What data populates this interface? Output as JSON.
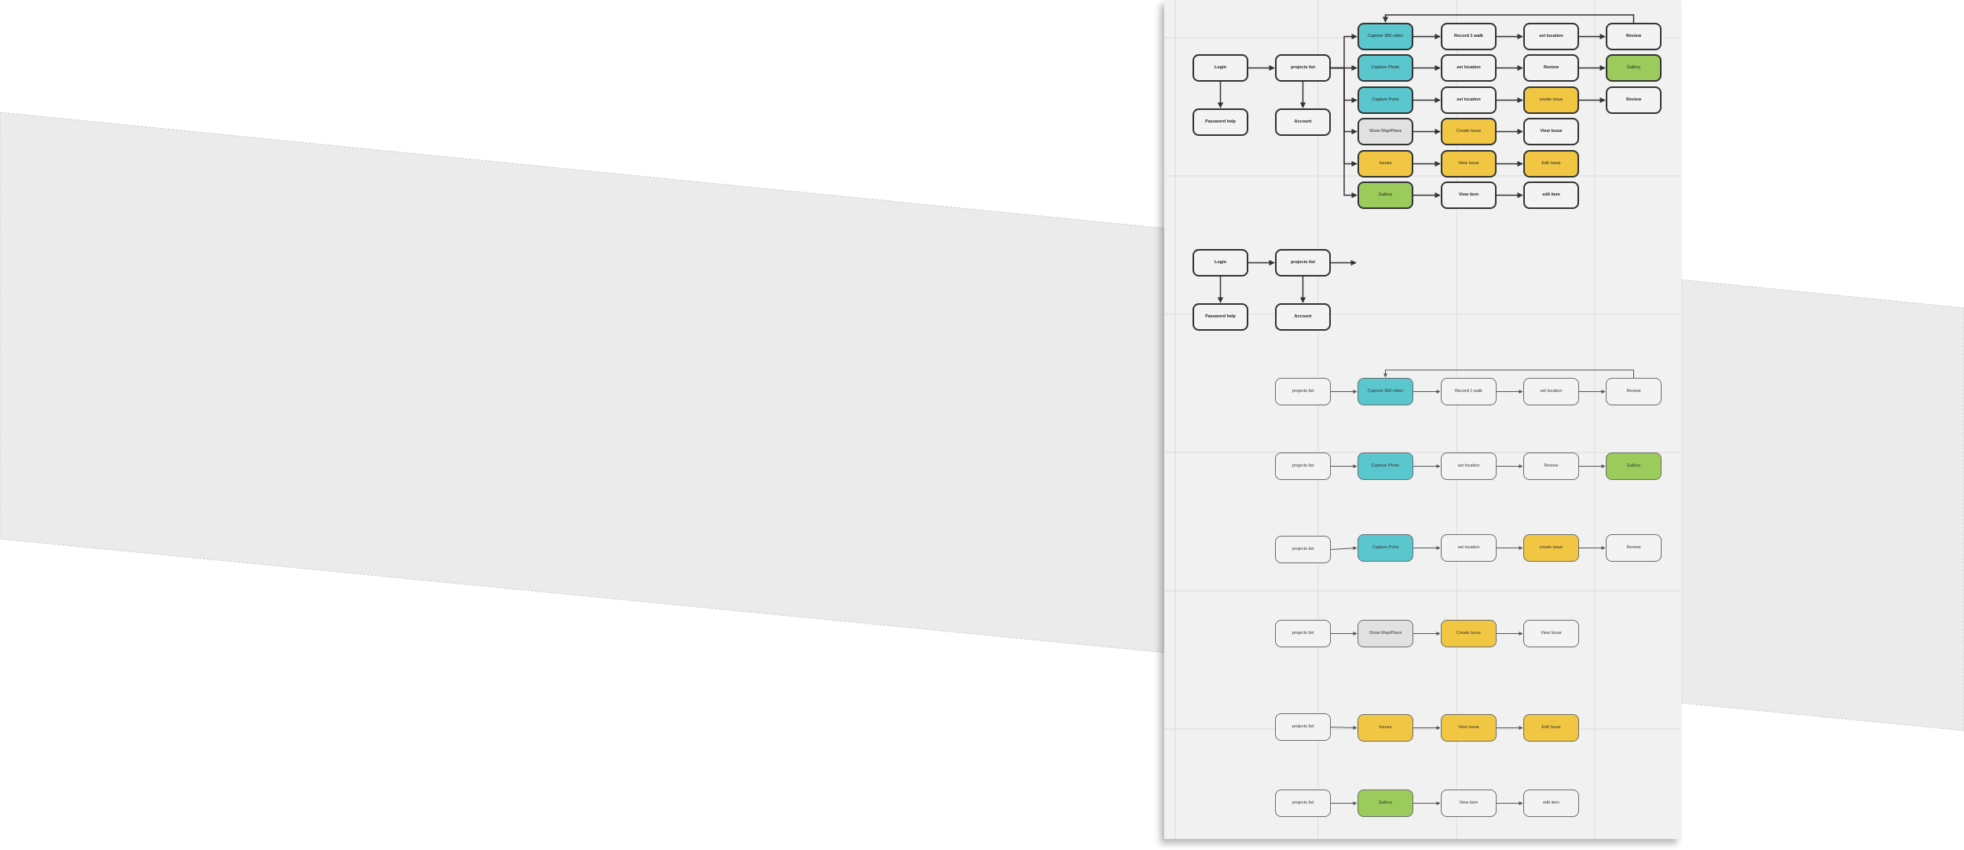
{
  "colors": {
    "teal": "#5ac6cd",
    "yellow": "#f1c643",
    "green": "#9bcb5b",
    "grey": "#e1e1e1",
    "white": "#f3f3f3",
    "board": "#f1f1f1"
  },
  "nodes": [
    {
      "id": "a_login",
      "label": "Login",
      "fill": "white"
    },
    {
      "id": "a_projects",
      "label": "projects list",
      "fill": "white"
    },
    {
      "id": "a_password",
      "label": "Password help",
      "fill": "white"
    },
    {
      "id": "a_account",
      "label": "Account",
      "fill": "white"
    },
    {
      "id": "a_capture_video",
      "label": "Capture 360 video",
      "fill": "teal"
    },
    {
      "id": "a_record_walk",
      "label": "Record 1 walk",
      "fill": "white"
    },
    {
      "id": "a_set_location_1",
      "label": "set location",
      "fill": "white"
    },
    {
      "id": "a_review_1",
      "label": "Review",
      "fill": "white"
    },
    {
      "id": "a_capture_photo",
      "label": "Capture Photo",
      "fill": "teal"
    },
    {
      "id": "a_set_location_2",
      "label": "set location",
      "fill": "white"
    },
    {
      "id": "a_review_2",
      "label": "Review",
      "fill": "white"
    },
    {
      "id": "a_gallery_1",
      "label": "Gallery",
      "fill": "green"
    },
    {
      "id": "a_capture_point",
      "label": "Capture Point",
      "fill": "teal"
    },
    {
      "id": "a_set_location_3",
      "label": "set location",
      "fill": "white"
    },
    {
      "id": "a_create_issue_1",
      "label": "create issue",
      "fill": "yellow"
    },
    {
      "id": "a_review_3",
      "label": "Review",
      "fill": "white"
    },
    {
      "id": "a_show_map",
      "label": "Show Map/Plans",
      "fill": "grey"
    },
    {
      "id": "a_create_issue_2",
      "label": "Create Issue",
      "fill": "yellow"
    },
    {
      "id": "a_view_issue_1",
      "label": "View Issue",
      "fill": "white"
    },
    {
      "id": "a_issues",
      "label": "Issues",
      "fill": "yellow"
    },
    {
      "id": "a_view_issue_2",
      "label": "View Issue",
      "fill": "yellow"
    },
    {
      "id": "a_edit_issue",
      "label": "Edit Issue",
      "fill": "yellow"
    },
    {
      "id": "a_gallery_2",
      "label": "Gallery",
      "fill": "green"
    },
    {
      "id": "a_view_item",
      "label": "View item",
      "fill": "white"
    },
    {
      "id": "a_edit_item",
      "label": "edit item",
      "fill": "white"
    },
    {
      "id": "b_login",
      "label": "Login",
      "fill": "white"
    },
    {
      "id": "b_projects",
      "label": "projects list",
      "fill": "white"
    },
    {
      "id": "b_password",
      "label": "Password help",
      "fill": "white"
    },
    {
      "id": "b_account",
      "label": "Account",
      "fill": "white"
    },
    {
      "id": "c1_projects",
      "label": "projects list",
      "fill": "white"
    },
    {
      "id": "c1_capture_video",
      "label": "Capture 360 video",
      "fill": "teal"
    },
    {
      "id": "c1_record_walk",
      "label": "Record 1 walk",
      "fill": "white"
    },
    {
      "id": "c1_set_location",
      "label": "set location",
      "fill": "white"
    },
    {
      "id": "c1_review",
      "label": "Review",
      "fill": "white"
    },
    {
      "id": "c2_projects",
      "label": "projects list",
      "fill": "white"
    },
    {
      "id": "c2_capture_photo",
      "label": "Capture Photo",
      "fill": "teal"
    },
    {
      "id": "c2_set_location",
      "label": "set location",
      "fill": "white"
    },
    {
      "id": "c2_review",
      "label": "Review",
      "fill": "white"
    },
    {
      "id": "c2_gallery",
      "label": "Gallery",
      "fill": "green"
    },
    {
      "id": "c3_projects",
      "label": "projects list",
      "fill": "white"
    },
    {
      "id": "c3_capture_point",
      "label": "Capture Point",
      "fill": "teal"
    },
    {
      "id": "c3_set_location",
      "label": "set location",
      "fill": "white"
    },
    {
      "id": "c3_create_issue",
      "label": "create issue",
      "fill": "yellow"
    },
    {
      "id": "c3_review",
      "label": "Review",
      "fill": "white"
    },
    {
      "id": "c4_projects",
      "label": "projects list",
      "fill": "white"
    },
    {
      "id": "c4_show_map",
      "label": "Show Map/Plans",
      "fill": "grey"
    },
    {
      "id": "c4_create_issue",
      "label": "Create Issue",
      "fill": "yellow"
    },
    {
      "id": "c4_view_issue",
      "label": "View Issue",
      "fill": "white"
    },
    {
      "id": "c5_projects",
      "label": "projects list",
      "fill": "white"
    },
    {
      "id": "c5_issues",
      "label": "Issues",
      "fill": "yellow"
    },
    {
      "id": "c5_view_issue",
      "label": "View Issue",
      "fill": "yellow"
    },
    {
      "id": "c5_edit_issue",
      "label": "Edit Issue",
      "fill": "yellow"
    },
    {
      "id": "c6_projects",
      "label": "projects list",
      "fill": "white"
    },
    {
      "id": "c6_gallery",
      "label": "Gallery",
      "fill": "green"
    },
    {
      "id": "c6_view_item",
      "label": "View item",
      "fill": "white"
    },
    {
      "id": "c6_edit_item",
      "label": "edit item",
      "fill": "white"
    }
  ],
  "edges": [
    [
      "a_login",
      "a_projects"
    ],
    [
      "a_login",
      "a_password"
    ],
    [
      "a_projects",
      "a_account"
    ],
    [
      "a_projects",
      "a_capture_video"
    ],
    [
      "a_projects",
      "a_capture_photo"
    ],
    [
      "a_projects",
      "a_capture_point"
    ],
    [
      "a_projects",
      "a_show_map"
    ],
    [
      "a_projects",
      "a_issues"
    ],
    [
      "a_projects",
      "a_gallery_2"
    ],
    [
      "a_capture_video",
      "a_record_walk"
    ],
    [
      "a_record_walk",
      "a_set_location_1"
    ],
    [
      "a_set_location_1",
      "a_review_1"
    ],
    [
      "a_review_1",
      "a_capture_video"
    ],
    [
      "a_capture_photo",
      "a_set_location_2"
    ],
    [
      "a_set_location_2",
      "a_review_2"
    ],
    [
      "a_review_2",
      "a_gallery_1"
    ],
    [
      "a_capture_point",
      "a_set_location_3"
    ],
    [
      "a_set_location_3",
      "a_create_issue_1"
    ],
    [
      "a_create_issue_1",
      "a_review_3"
    ],
    [
      "a_show_map",
      "a_create_issue_2"
    ],
    [
      "a_create_issue_2",
      "a_view_issue_1"
    ],
    [
      "a_issues",
      "a_view_issue_2"
    ],
    [
      "a_view_issue_2",
      "a_edit_issue"
    ],
    [
      "a_gallery_2",
      "a_view_item"
    ],
    [
      "a_view_item",
      "a_edit_item"
    ],
    [
      "b_login",
      "b_projects"
    ],
    [
      "b_login",
      "b_password"
    ],
    [
      "b_projects",
      "b_account"
    ],
    [
      "c1_projects",
      "c1_capture_video"
    ],
    [
      "c1_capture_video",
      "c1_record_walk"
    ],
    [
      "c1_record_walk",
      "c1_set_location"
    ],
    [
      "c1_set_location",
      "c1_review"
    ],
    [
      "c1_review",
      "c1_capture_video"
    ],
    [
      "c2_projects",
      "c2_capture_photo"
    ],
    [
      "c2_capture_photo",
      "c2_set_location"
    ],
    [
      "c2_set_location",
      "c2_review"
    ],
    [
      "c2_review",
      "c2_gallery"
    ],
    [
      "c3_projects",
      "c3_capture_point"
    ],
    [
      "c3_capture_point",
      "c3_set_location"
    ],
    [
      "c3_set_location",
      "c3_create_issue"
    ],
    [
      "c3_create_issue",
      "c3_review"
    ],
    [
      "c4_projects",
      "c4_show_map"
    ],
    [
      "c4_show_map",
      "c4_create_issue"
    ],
    [
      "c4_create_issue",
      "c4_view_issue"
    ],
    [
      "c5_projects",
      "c5_issues"
    ],
    [
      "c5_issues",
      "c5_view_issue"
    ],
    [
      "c5_view_issue",
      "c5_edit_issue"
    ],
    [
      "c6_projects",
      "c6_gallery"
    ],
    [
      "c6_gallery",
      "c6_view_item"
    ],
    [
      "c6_view_item",
      "c6_edit_item"
    ]
  ]
}
